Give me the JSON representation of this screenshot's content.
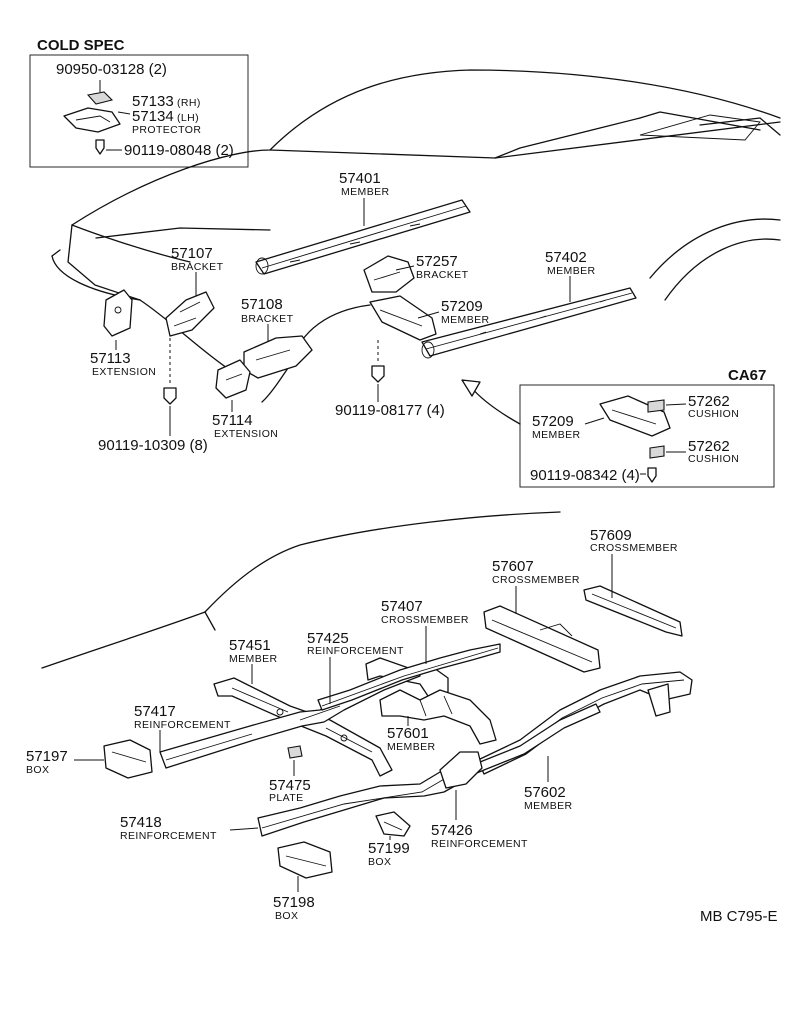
{
  "cold_spec": {
    "title": "COLD SPEC",
    "p1": "90950-03128 (2)",
    "p2": "57133",
    "p2s": "(RH)",
    "p3": "57134",
    "p3s": "(LH)",
    "p3n": "PROTECTOR",
    "p4": "90119-08048 (2)"
  },
  "ca67": {
    "title": "CA67",
    "p1": "57262",
    "p1n": "CUSHION",
    "p2": "57209",
    "p2n": "MEMBER",
    "p3": "57262",
    "p3n": "CUSHION",
    "p4": "90119-08342 (4)"
  },
  "upper": {
    "p57401": "57401",
    "p57401n": "MEMBER",
    "p57107": "57107",
    "p57107n": "BRACKET",
    "p57257": "57257",
    "p57257n": "BRACKET",
    "p57402": "57402",
    "p57402n": "MEMBER",
    "p57108": "57108",
    "p57108n": "BRACKET",
    "p57209": "57209",
    "p57209n": "MEMBER",
    "p57113": "57113",
    "p57113n": "EXTENSION",
    "p57114": "57114",
    "p57114n": "EXTENSION",
    "bolt1": "90119-10309 (8)",
    "bolt2": "90119-08177 (4)"
  },
  "lower": {
    "p57609": "57609",
    "p57609n": "CROSSMEMBER",
    "p57607": "57607",
    "p57607n": "CROSSMEMBER",
    "p57407": "57407",
    "p57407n": "CROSSMEMBER",
    "p57451": "57451",
    "p57451n": "MEMBER",
    "p57425": "57425",
    "p57425n": "REINFORCEMENT",
    "p57417": "57417",
    "p57417n": "REINFORCEMENT",
    "p57601": "57601",
    "p57601n": "MEMBER",
    "p57197": "57197",
    "p57197n": "BOX",
    "p57475": "57475",
    "p57475n": "PLATE",
    "p57602": "57602",
    "p57602n": "MEMBER",
    "p57418": "57418",
    "p57418n": "REINFORCEMENT",
    "p57426": "57426",
    "p57426n": "REINFORCEMENT",
    "p57199": "57199",
    "p57199n": "BOX",
    "p57198": "57198",
    "p57198n": "BOX"
  },
  "footer": {
    "code": "MB  C795-E"
  }
}
